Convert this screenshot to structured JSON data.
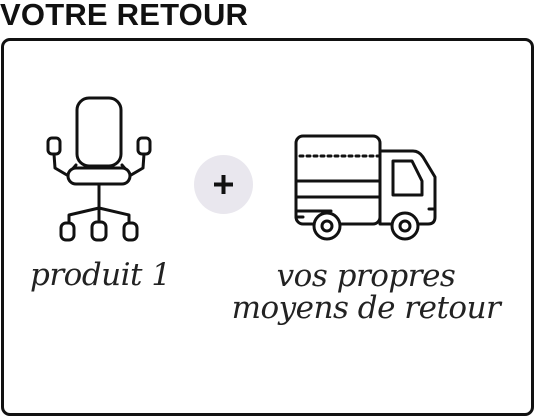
{
  "section": {
    "title": "VOTRE RETOUR"
  },
  "items": [
    {
      "icon": "office-chair-icon",
      "caption": "produit 1"
    },
    {
      "icon": "plus-icon",
      "caption": "+"
    },
    {
      "icon": "delivery-truck-icon",
      "caption": "vos propres moyens de retour"
    }
  ],
  "colors": {
    "text": "#111111",
    "border": "#111111",
    "badge_background": "#e9e7ee",
    "background": "#ffffff"
  }
}
